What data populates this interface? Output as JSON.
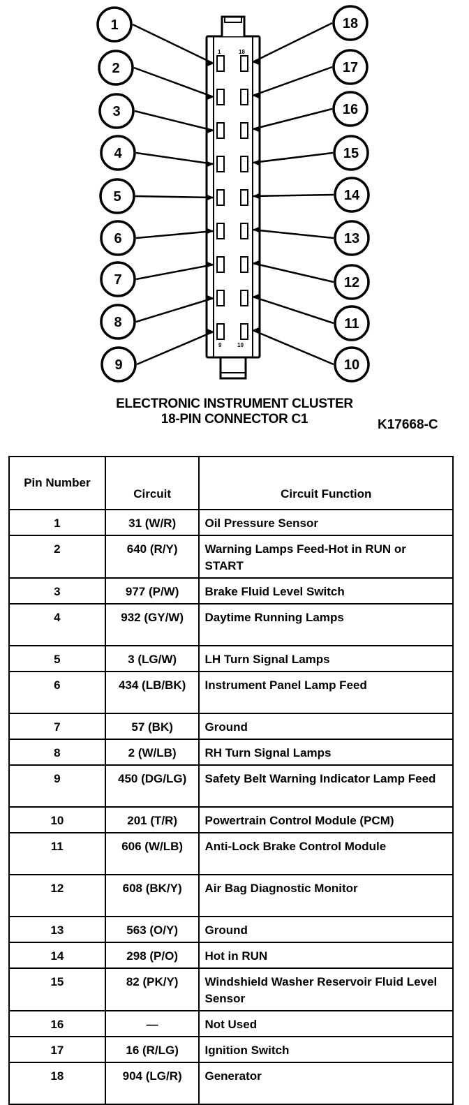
{
  "diagram": {
    "pins_left": [
      "1",
      "2",
      "3",
      "4",
      "5",
      "6",
      "7",
      "8",
      "9"
    ],
    "pins_right": [
      "18",
      "17",
      "16",
      "15",
      "14",
      "13",
      "12",
      "11",
      "10"
    ],
    "connector_marks": [
      "1",
      "18",
      "9",
      "10"
    ]
  },
  "caption": {
    "line1": "ELECTRONIC INSTRUMENT CLUSTER",
    "line2": "18-PIN CONNECTOR C1",
    "figure_id": "K17668-C"
  },
  "table": {
    "headers": {
      "pin": "Pin Number",
      "circuit": "Circuit",
      "function": "Circuit Function"
    },
    "rows": [
      {
        "pin": "1",
        "circuit": "31 (W/R)",
        "function": "Oil Pressure Sensor"
      },
      {
        "pin": "2",
        "circuit": "640 (R/Y)",
        "function": "Warning Lamps Feed-Hot in RUN or START"
      },
      {
        "pin": "3",
        "circuit": "977 (P/W)",
        "function": "Brake Fluid Level Switch"
      },
      {
        "pin": "4",
        "circuit": "932 (GY/W)",
        "function": "Daytime Running Lamps"
      },
      {
        "pin": "5",
        "circuit": "3 (LG/W)",
        "function": "LH Turn Signal Lamps"
      },
      {
        "pin": "6",
        "circuit": "434 (LB/BK)",
        "function": "Instrument Panel Lamp Feed"
      },
      {
        "pin": "7",
        "circuit": "57 (BK)",
        "function": "Ground"
      },
      {
        "pin": "8",
        "circuit": "2 (W/LB)",
        "function": "RH Turn Signal Lamps"
      },
      {
        "pin": "9",
        "circuit": "450 (DG/LG)",
        "function": "Safety Belt Warning Indicator Lamp Feed"
      },
      {
        "pin": "10",
        "circuit": "201 (T/R)",
        "function": "Powertrain Control Module (PCM)"
      },
      {
        "pin": "11",
        "circuit": "606 (W/LB)",
        "function": "Anti-Lock Brake Control Module"
      },
      {
        "pin": "12",
        "circuit": "608 (BK/Y)",
        "function": "Air Bag Diagnostic Monitor"
      },
      {
        "pin": "13",
        "circuit": "563 (O/Y)",
        "function": "Ground"
      },
      {
        "pin": "14",
        "circuit": "298 (P/O)",
        "function": "Hot in RUN"
      },
      {
        "pin": "15",
        "circuit": "82 (PK/Y)",
        "function": "Windshield Washer Reservoir Fluid Level Sensor"
      },
      {
        "pin": "16",
        "circuit": "—",
        "function": "Not Used"
      },
      {
        "pin": "17",
        "circuit": "16 (R/LG)",
        "function": "Ignition Switch"
      },
      {
        "pin": "18",
        "circuit": "904 (LG/R)",
        "function": "Generator"
      }
    ]
  }
}
